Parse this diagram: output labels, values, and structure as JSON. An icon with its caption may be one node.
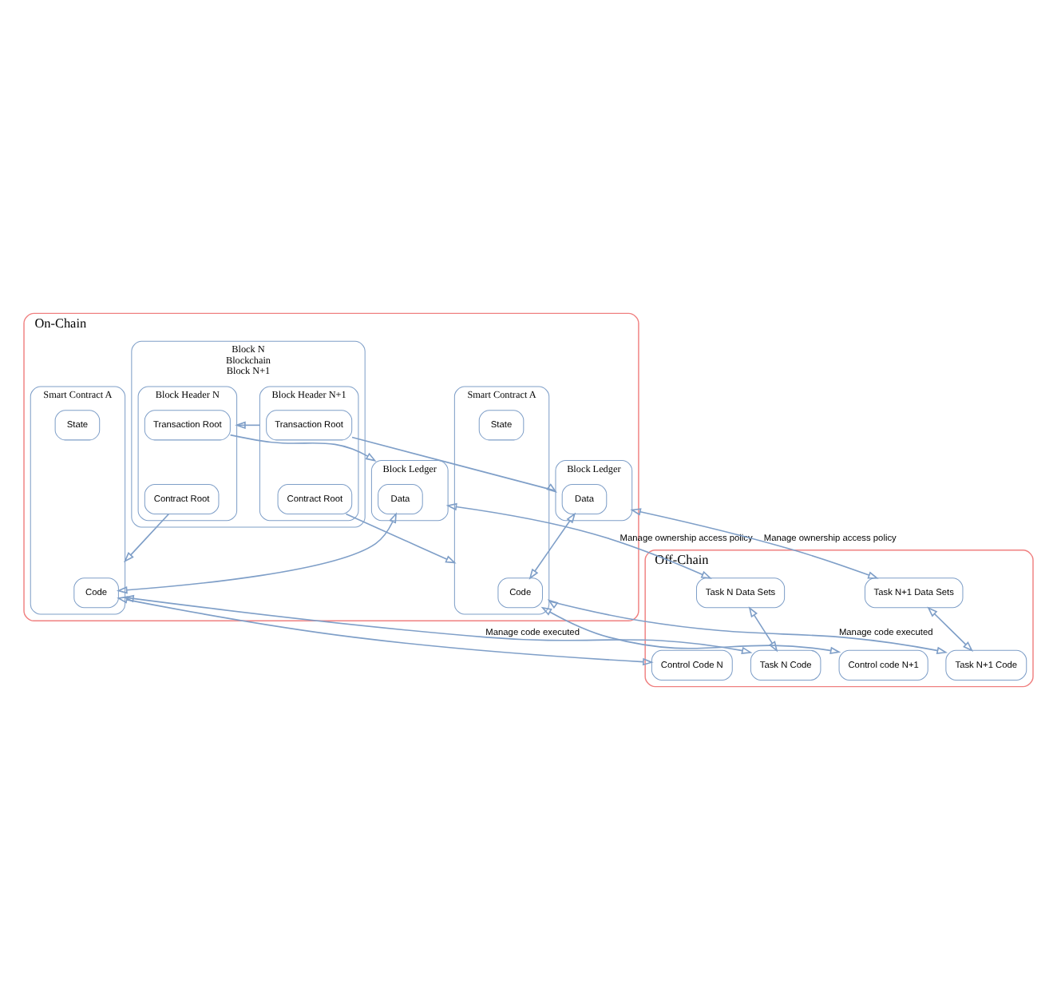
{
  "diagram": {
    "nodes": [
      {
        "text": [
          "On-Chain"
        ]
      },
      {
        "text": [
          "Block N",
          "Blockchain",
          "Block N+1"
        ],
        "in": 0
      },
      {
        "text": [
          "Block Header N"
        ],
        "in": 1
      },
      {
        "text": [
          "Transaction Root"
        ],
        "in": 2
      },
      {
        "text": [
          "Contract Root"
        ],
        "in": 2
      },
      {
        "text": [
          "Block Header N+1"
        ],
        "in": 1
      },
      {
        "text": [
          "Transaction Root"
        ],
        "in": 5
      },
      {
        "text": [
          "Contract Root"
        ],
        "in": 5
      },
      {
        "text": [
          "Block Ledger"
        ],
        "in": 0
      },
      {
        "text": [
          "Data"
        ],
        "in": 8
      },
      {
        "text": [
          "Smart Contract A"
        ],
        "in": 0
      },
      {
        "text": [
          "Code"
        ],
        "in": 10
      },
      {
        "text": [
          "State"
        ],
        "in": 10
      },
      {
        "text": [
          "Block Ledger"
        ],
        "in": 0
      },
      {
        "text": [
          "Data"
        ],
        "in": 13
      },
      {
        "text": [
          "Smart Contract A"
        ],
        "in": 0
      },
      {
        "text": [
          "Code"
        ],
        "in": 15
      },
      {
        "text": [
          "State"
        ],
        "in": 15
      },
      {
        "text": [
          "Off-Chain"
        ]
      },
      {
        "text": [
          "Control Code N"
        ],
        "in": 18
      },
      {
        "text": [
          "Task N Data Sets"
        ],
        "in": 18
      },
      {
        "text": [
          "Task N Code"
        ],
        "in": 18
      },
      {
        "text": [
          "Control code N+1"
        ],
        "in": 18
      },
      {
        "text": [
          "Task N+1 Data Sets"
        ],
        "in": 18
      },
      {
        "text": [
          "Task N+1 Code"
        ],
        "in": 18
      }
    ],
    "edges": [
      {
        "from": 5,
        "to": 2,
        "arrow": "to"
      },
      {
        "from": 3,
        "to": 8,
        "arrow": "to"
      },
      {
        "from": 4,
        "to": 10,
        "arrow": "to"
      },
      {
        "from": 6,
        "to": 13,
        "arrow": "to"
      },
      {
        "from": 7,
        "to": 15,
        "arrow": "to"
      },
      {
        "from": 9,
        "to": 11,
        "arrow": "both"
      },
      {
        "from": 14,
        "to": 16,
        "arrow": "both"
      },
      {
        "from": 8,
        "to": 20,
        "arrow": "both",
        "label": "Manage ownership access policy"
      },
      {
        "from": 11,
        "to": 19,
        "arrow": "both"
      },
      {
        "from": 10,
        "to": 21,
        "arrow": "both",
        "label": "Manage code executed"
      },
      {
        "from": 20,
        "to": 21,
        "arrow": "both"
      },
      {
        "from": 13,
        "to": 23,
        "arrow": "both",
        "label": "Manage ownership access policy"
      },
      {
        "from": 16,
        "to": 22,
        "arrow": "both"
      },
      {
        "from": 15,
        "to": 24,
        "arrow": "both",
        "label": "Manage code executed"
      },
      {
        "from": 23,
        "to": 24,
        "arrow": "both"
      }
    ]
  }
}
